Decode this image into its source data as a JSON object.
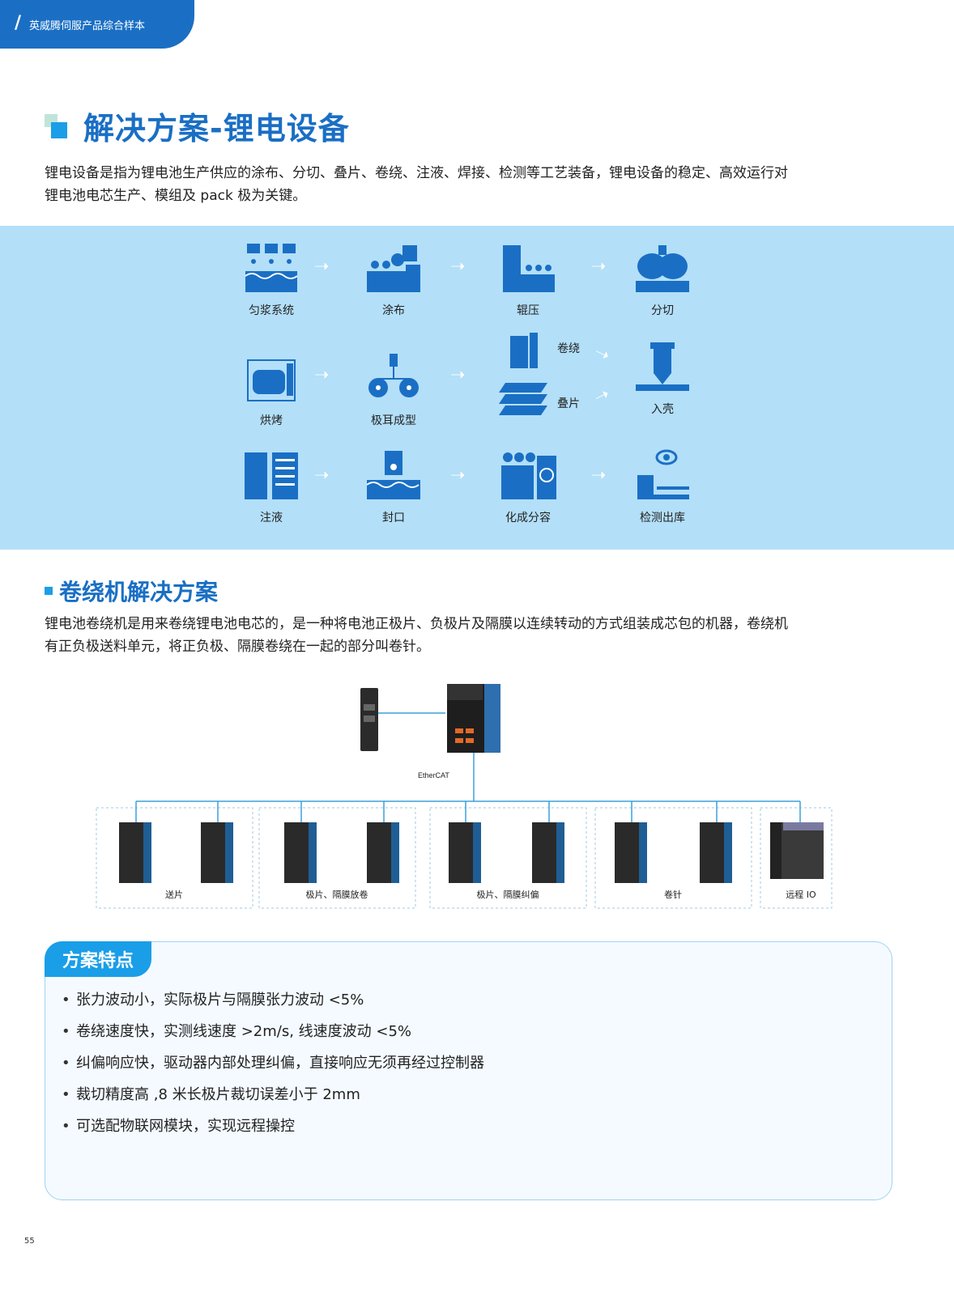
{
  "header": {
    "brand": "英威腾伺服产品综合样本"
  },
  "section1": {
    "title": "解决方案-锂电设备",
    "desc_line1": "锂电设备是指为锂电池生产供应的涂布、分切、叠片、卷绕、注液、焊接、检测等工艺装备，锂电设备的稳定、高效运行对",
    "desc_line2": "锂电池电芯生产、模组及 pack 极为关键。"
  },
  "process": {
    "row1": [
      "匀浆系统",
      "涂布",
      "辊压",
      "分切"
    ],
    "row2": [
      "烘烤",
      "极耳成型",
      "卷绕",
      "叠片",
      "入壳"
    ],
    "row3": [
      "注液",
      "封口",
      "化成分容",
      "检测出库"
    ],
    "accent": "#1a6fc4"
  },
  "section2": {
    "title": "卷绕机解决方案",
    "desc_line1": "锂电池卷绕机是用来卷绕锂电池电芯的，是一种将电池正极片、负极片及隔膜以连续转动的方式组装成芯包的机器，卷绕机",
    "desc_line2": "有正负极送料单元，将正负极、隔膜卷绕在一起的部分叫卷针。"
  },
  "network": {
    "bus": "EtherCAT",
    "groups": [
      "送片",
      "极片、隔膜放卷",
      "极片、隔膜纠偏",
      "卷针",
      "远程 IO"
    ]
  },
  "features": {
    "title": "方案特点",
    "items": [
      "张力波动小，实际极片与隔膜张力波动 <5%",
      "卷绕速度快，实测线速度 >2m/s, 线速度波动 <5%",
      "纠偏响应快，驱动器内部处理纠偏，直接响应无须再经过控制器",
      "裁切精度高 ,8 米长极片裁切误差小于 2mm",
      "可选配物联网模块，实现远程操控"
    ]
  },
  "page_number": "55"
}
